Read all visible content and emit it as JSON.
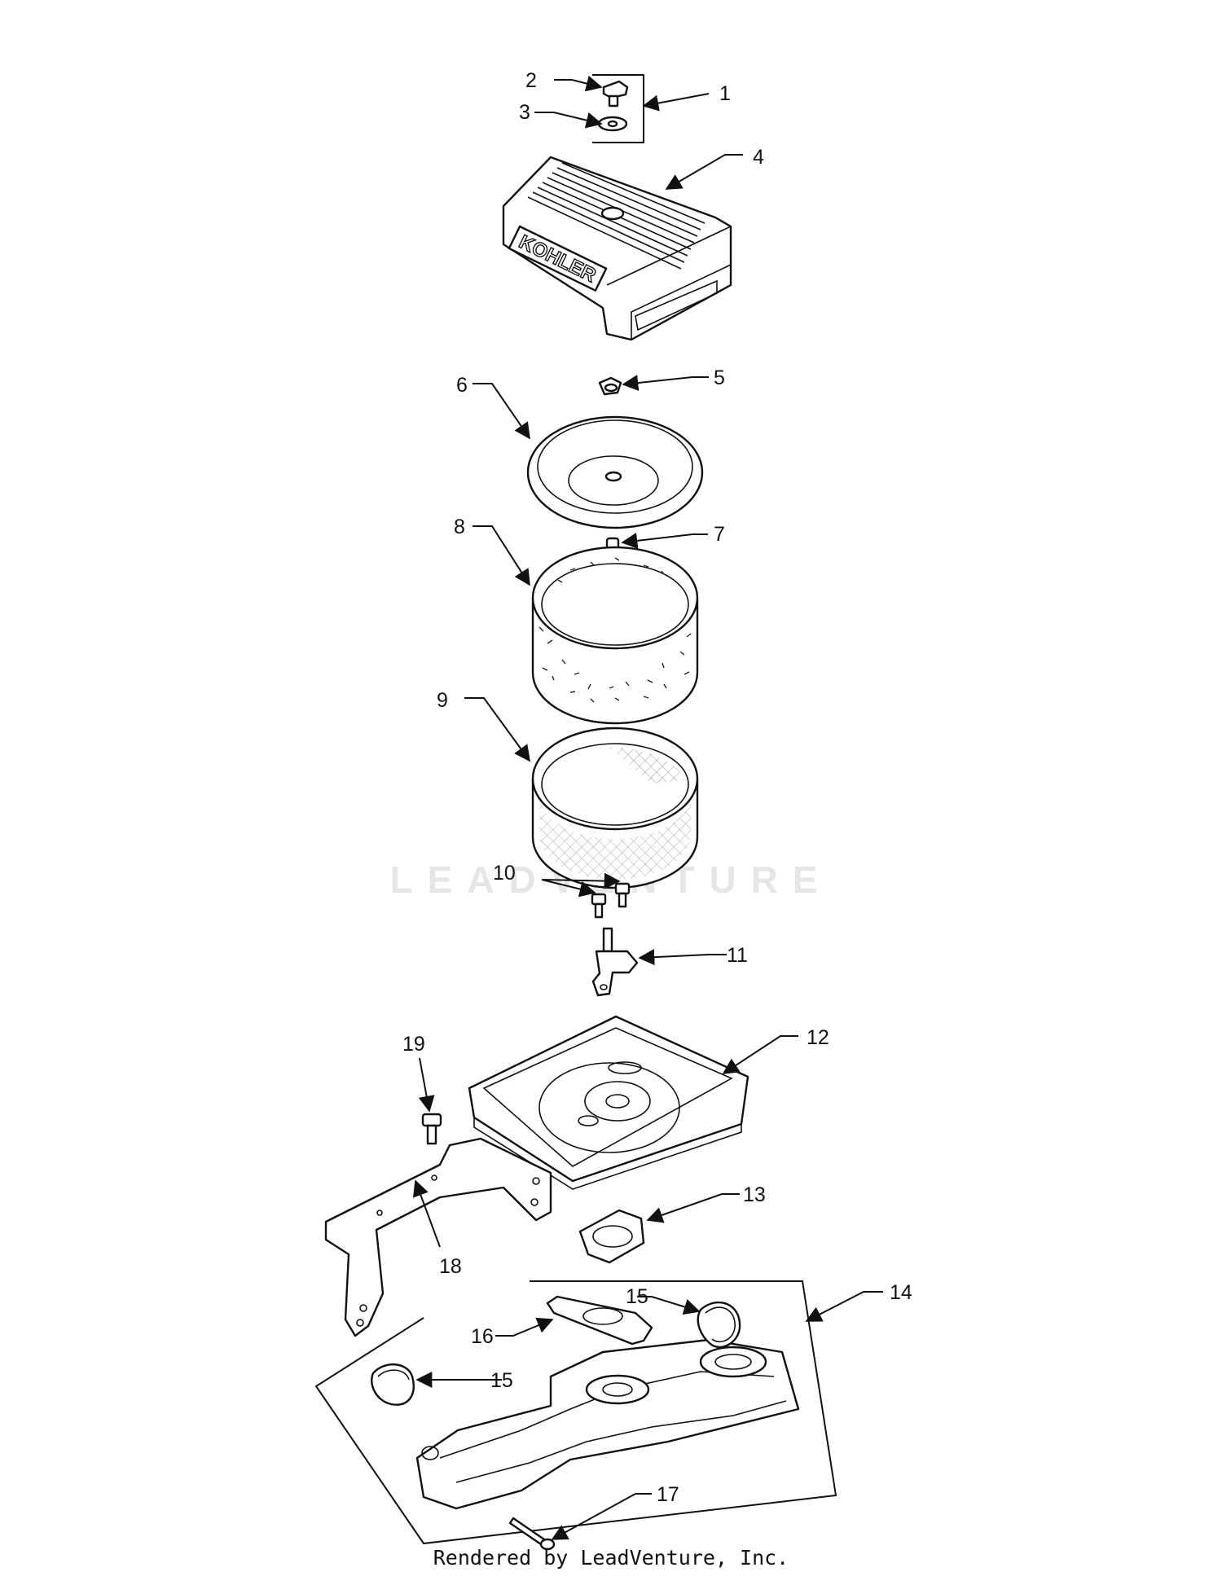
{
  "watermark": {
    "text": "LEADVENTURE"
  },
  "footer": {
    "credit": "Rendered by LeadVenture, Inc."
  },
  "cover_logo": {
    "text": "KOHLER"
  },
  "callouts": [
    {
      "id": "c1",
      "label": "1",
      "part": "kit-bracket"
    },
    {
      "id": "c2",
      "label": "2",
      "part": "knob"
    },
    {
      "id": "c3",
      "label": "3",
      "part": "washer"
    },
    {
      "id": "c4",
      "label": "4",
      "part": "air-cleaner-cover"
    },
    {
      "id": "c5",
      "label": "5",
      "part": "wing-nut"
    },
    {
      "id": "c6",
      "label": "6",
      "part": "element-cover"
    },
    {
      "id": "c7",
      "label": "7",
      "part": "seal-nut"
    },
    {
      "id": "c8",
      "label": "8",
      "part": "precleaner"
    },
    {
      "id": "c9",
      "label": "9",
      "part": "air-filter-element"
    },
    {
      "id": "c10",
      "label": "10",
      "part": "screws"
    },
    {
      "id": "c11",
      "label": "11",
      "part": "stud-bracket"
    },
    {
      "id": "c12",
      "label": "12",
      "part": "base"
    },
    {
      "id": "c13",
      "label": "13",
      "part": "base-gasket"
    },
    {
      "id": "c14",
      "label": "14",
      "part": "intake-elbow-kit"
    },
    {
      "id": "c15a",
      "label": "15",
      "part": "o-ring-right"
    },
    {
      "id": "c15b",
      "label": "15",
      "part": "o-ring-left"
    },
    {
      "id": "c16",
      "label": "16",
      "part": "elbow-gasket"
    },
    {
      "id": "c17",
      "label": "17",
      "part": "long-bolt"
    },
    {
      "id": "c18",
      "label": "18",
      "part": "support-bracket"
    },
    {
      "id": "c19",
      "label": "19",
      "part": "bolt"
    }
  ]
}
